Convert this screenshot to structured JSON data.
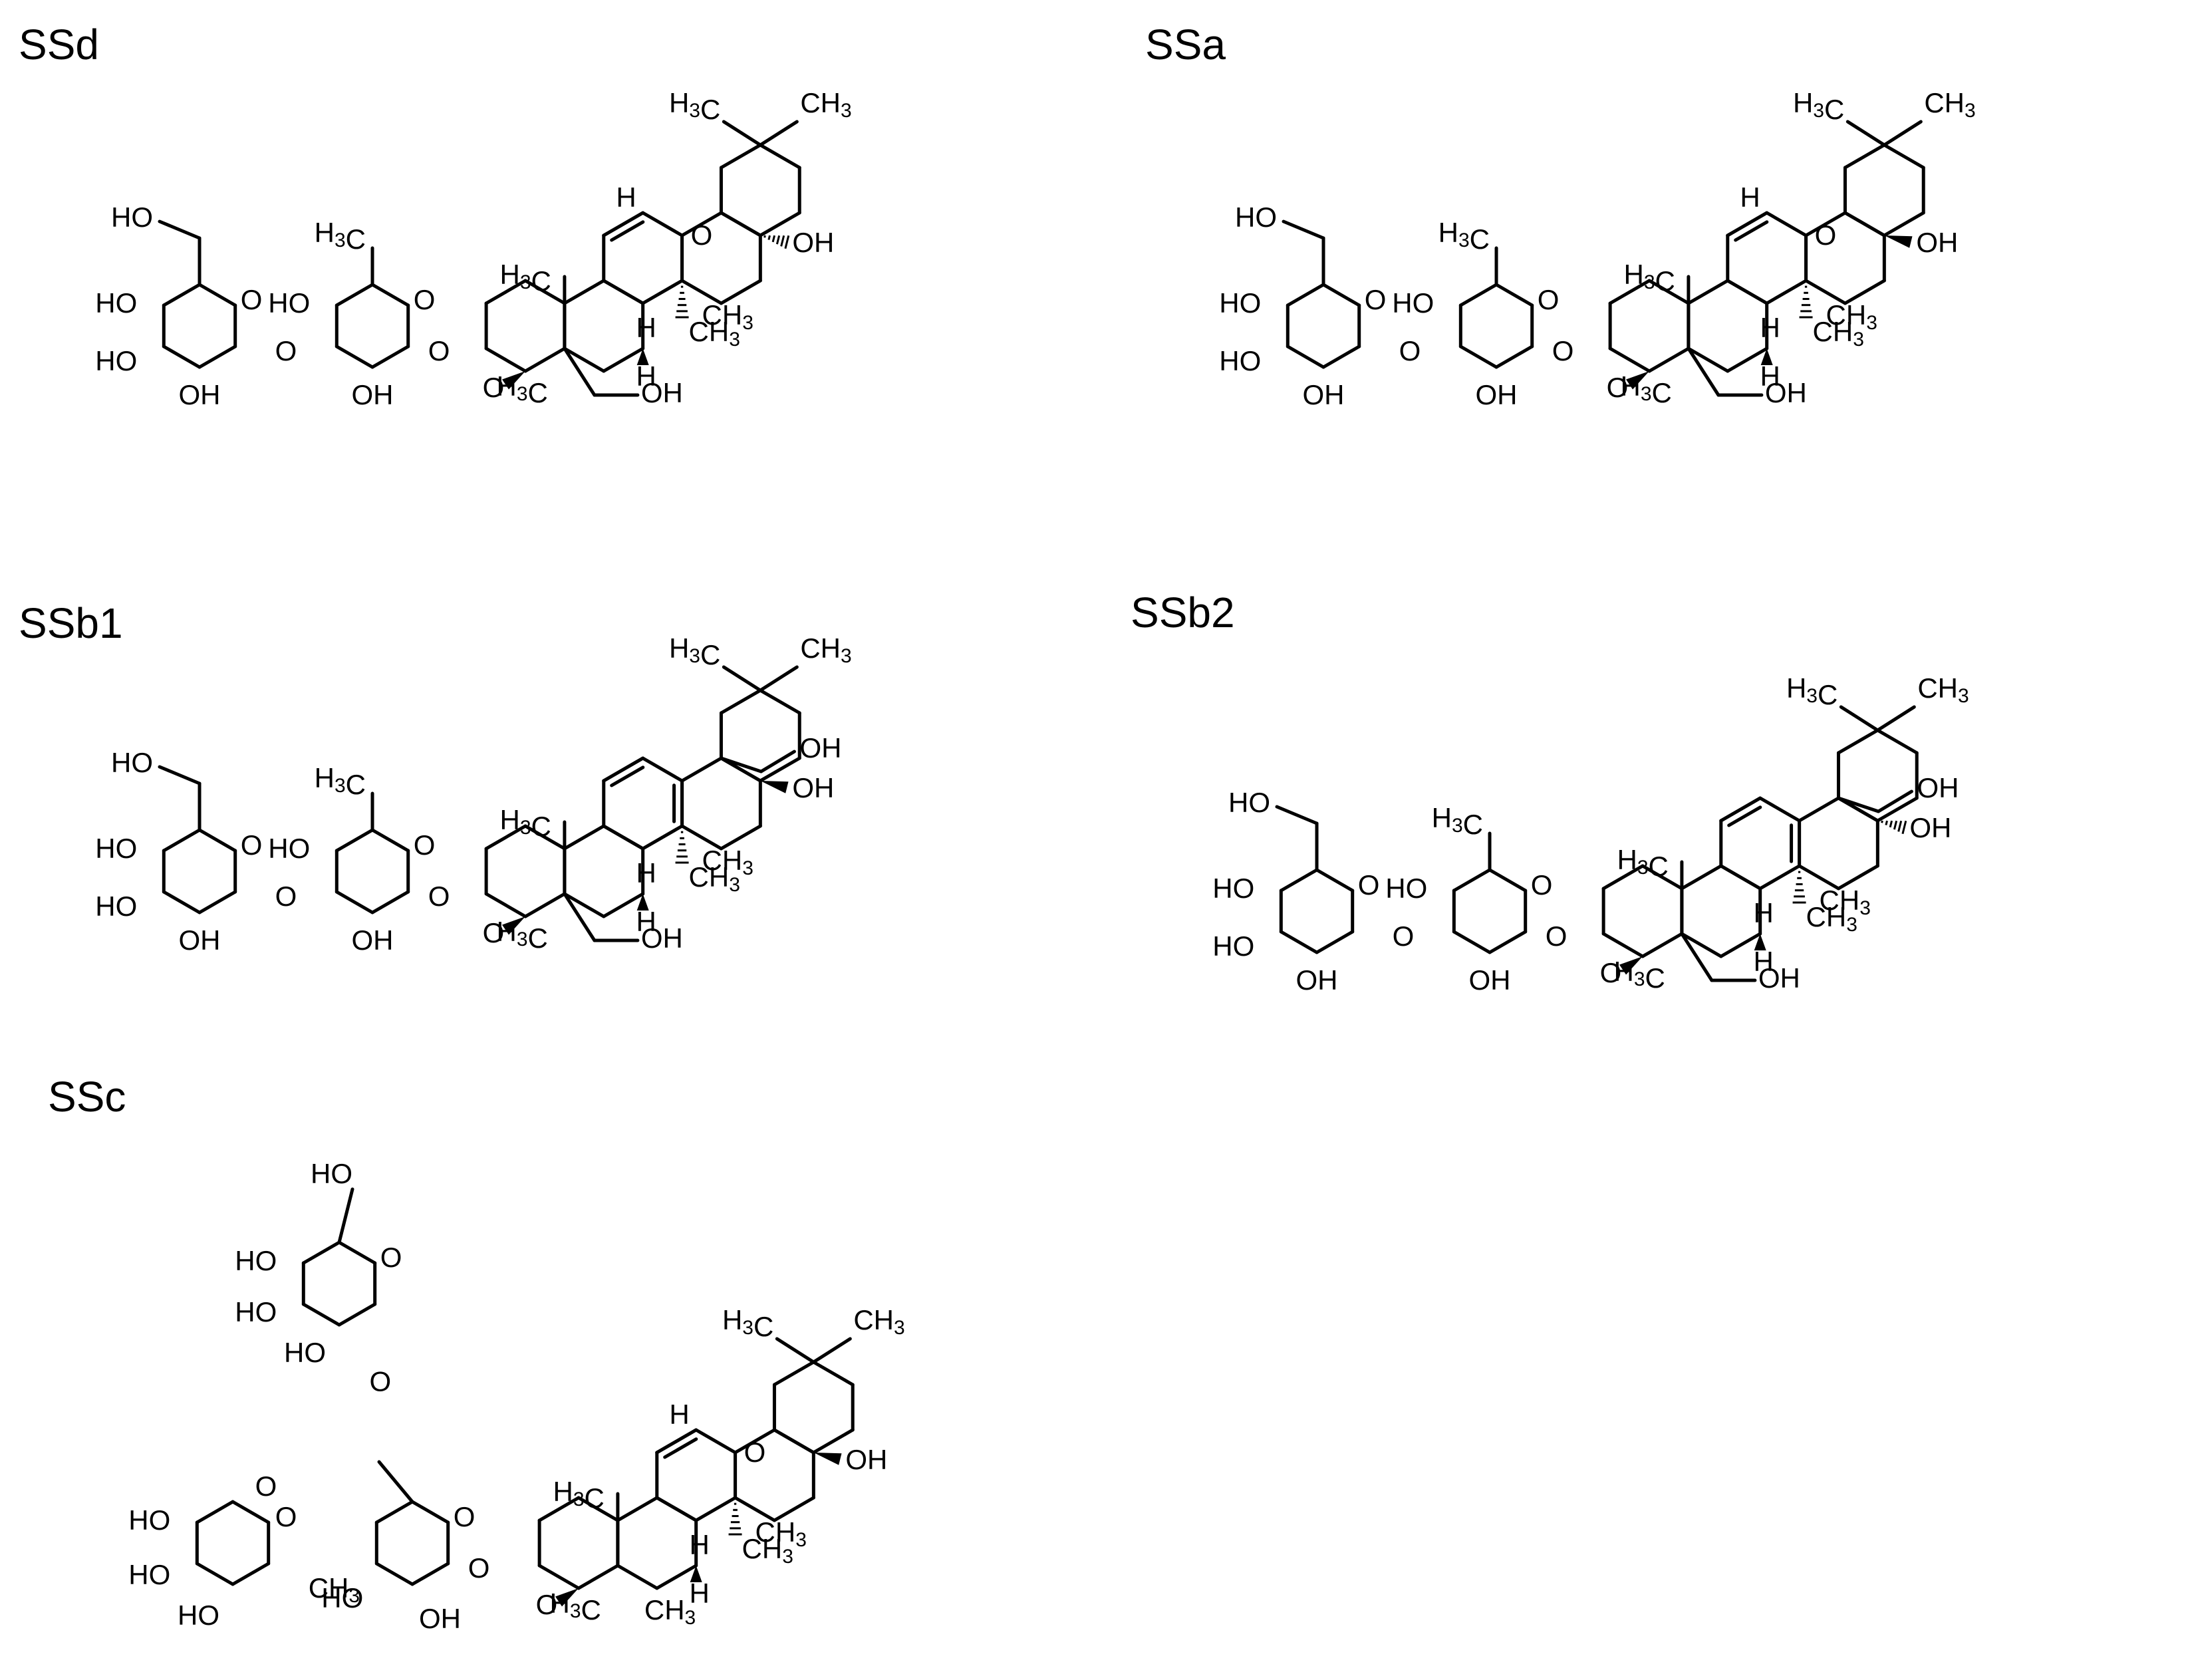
{
  "figure": {
    "compounds": [
      {
        "id": "ssd",
        "label": "SSd"
      },
      {
        "id": "ssa",
        "label": "SSa"
      },
      {
        "id": "ssb1",
        "label": "SSb1"
      },
      {
        "id": "ssb2",
        "label": "SSb2"
      },
      {
        "id": "ssc",
        "label": "SSc"
      }
    ],
    "atom_labels": {
      "oh": "OH",
      "ho": "HO",
      "o": "O",
      "h": "H",
      "ch3": "CH3",
      "h3c": "H3C"
    },
    "colors": {
      "ink": "#000000",
      "background": "#ffffff"
    }
  }
}
